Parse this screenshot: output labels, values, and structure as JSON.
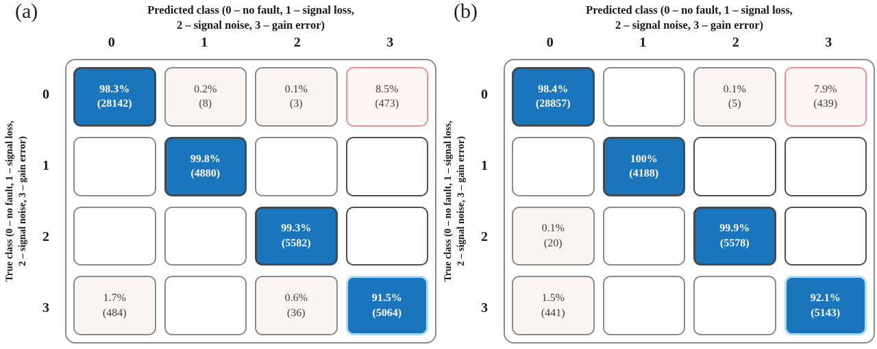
{
  "colors": {
    "diag-bg": "#1b75bc",
    "diag-border": "#3d4b55",
    "glow-border": "#aadcf5",
    "grid-border": "#8a8a8a",
    "dark-border": "#4d4d4d",
    "pink-border": "#f08f8f",
    "light-bg": "#faf4f2",
    "miss-bg": "#fdf6f4",
    "cell-text": "#3d3d3d",
    "label-text": "#1a1a1a"
  },
  "panels": [
    {
      "label": "(a)",
      "title_line1": "Predicted class (0 – no fault, 1 – signal loss,",
      "title_line2": "2 – signal noise, 3 – gain error)",
      "ylabel_line1": "True class (0 – no fault, 1 – signal loss,",
      "ylabel_line2": "2 – signal noise, 3 – gain error)",
      "col_headers": [
        "0",
        "1",
        "2",
        "3"
      ],
      "row_headers": [
        "0",
        "1",
        "2",
        "3"
      ],
      "cells": [
        {
          "pct": "98.3%",
          "count": "(28142)",
          "variant": "diag"
        },
        {
          "pct": "0.2%",
          "count": "(8)",
          "variant": "light"
        },
        {
          "pct": "0.1%",
          "count": "(3)",
          "variant": "light"
        },
        {
          "pct": "8.5%",
          "count": "(473)",
          "variant": "miss"
        },
        {
          "pct": "",
          "count": "",
          "variant": "empty"
        },
        {
          "pct": "99.8%",
          "count": "(4880)",
          "variant": "diag"
        },
        {
          "pct": "",
          "count": "",
          "variant": "empty"
        },
        {
          "pct": "",
          "count": "",
          "variant": "empty-dark"
        },
        {
          "pct": "",
          "count": "",
          "variant": "empty"
        },
        {
          "pct": "",
          "count": "",
          "variant": "empty"
        },
        {
          "pct": "99.3%",
          "count": "(5582)",
          "variant": "diag"
        },
        {
          "pct": "",
          "count": "",
          "variant": "empty-dark"
        },
        {
          "pct": "1.7%",
          "count": "(484)",
          "variant": "light"
        },
        {
          "pct": "",
          "count": "",
          "variant": "empty"
        },
        {
          "pct": "0.6%",
          "count": "(36)",
          "variant": "light"
        },
        {
          "pct": "91.5%",
          "count": "(5064)",
          "variant": "diag-glow"
        }
      ]
    },
    {
      "label": "(b)",
      "title_line1": "Predicted class (0 – no fault, 1 – signal loss,",
      "title_line2": "2 – signal noise, 3 – gain error)",
      "ylabel_line1": "True class (0 – no fault, 1 – signal loss,",
      "ylabel_line2": "2 – signal noise, 3 – gain error)",
      "col_headers": [
        "0",
        "1",
        "2",
        "3"
      ],
      "row_headers": [
        "0",
        "1",
        "2",
        "3"
      ],
      "cells": [
        {
          "pct": "98.4%",
          "count": "(28857)",
          "variant": "diag"
        },
        {
          "pct": "",
          "count": "",
          "variant": "empty"
        },
        {
          "pct": "0.1%",
          "count": "(5)",
          "variant": "light"
        },
        {
          "pct": "7.9%",
          "count": "(439)",
          "variant": "miss"
        },
        {
          "pct": "",
          "count": "",
          "variant": "empty"
        },
        {
          "pct": "100%",
          "count": "(4188)",
          "variant": "diag"
        },
        {
          "pct": "",
          "count": "",
          "variant": "empty-dark"
        },
        {
          "pct": "",
          "count": "",
          "variant": "empty-dark"
        },
        {
          "pct": "0.1%",
          "count": "(20)",
          "variant": "light"
        },
        {
          "pct": "",
          "count": "",
          "variant": "empty"
        },
        {
          "pct": "99.9%",
          "count": "(5578)",
          "variant": "diag"
        },
        {
          "pct": "",
          "count": "",
          "variant": "empty-dark"
        },
        {
          "pct": "1.5%",
          "count": "(441)",
          "variant": "light"
        },
        {
          "pct": "",
          "count": "",
          "variant": "empty"
        },
        {
          "pct": "",
          "count": "",
          "variant": "empty"
        },
        {
          "pct": "92.1%",
          "count": "(5143)",
          "variant": "diag-glow"
        }
      ]
    }
  ],
  "chart_data": [
    {
      "type": "heatmap",
      "panel": "(a)",
      "xlabel": "Predicted class (0 – no fault, 1 – signal loss, 2 – signal noise, 3 – gain error)",
      "ylabel": "True class (0 – no fault, 1 – signal loss, 2 – signal noise, 3 – gain error)",
      "x_categories": [
        "0",
        "1",
        "2",
        "3"
      ],
      "y_categories": [
        "0",
        "1",
        "2",
        "3"
      ],
      "percent_matrix": [
        [
          98.3,
          0.2,
          0.1,
          8.5
        ],
        [
          null,
          99.8,
          null,
          null
        ],
        [
          null,
          null,
          99.3,
          null
        ],
        [
          1.7,
          null,
          0.6,
          91.5
        ]
      ],
      "count_matrix": [
        [
          28142,
          8,
          3,
          473
        ],
        [
          null,
          4880,
          null,
          null
        ],
        [
          null,
          null,
          5582,
          null
        ],
        [
          484,
          null,
          36,
          5064
        ]
      ],
      "legend_position": "none",
      "grid": false
    },
    {
      "type": "heatmap",
      "panel": "(b)",
      "xlabel": "Predicted class (0 – no fault, 1 – signal loss, 2 – signal noise, 3 – gain error)",
      "ylabel": "True class (0 – no fault, 1 – signal loss, 2 – signal noise, 3 – gain error)",
      "x_categories": [
        "0",
        "1",
        "2",
        "3"
      ],
      "y_categories": [
        "0",
        "1",
        "2",
        "3"
      ],
      "percent_matrix": [
        [
          98.4,
          null,
          0.1,
          7.9
        ],
        [
          null,
          100,
          null,
          null
        ],
        [
          0.1,
          null,
          99.9,
          null
        ],
        [
          1.5,
          null,
          null,
          92.1
        ]
      ],
      "count_matrix": [
        [
          28857,
          null,
          5,
          439
        ],
        [
          null,
          4188,
          null,
          null
        ],
        [
          20,
          null,
          5578,
          null
        ],
        [
          441,
          null,
          null,
          5143
        ]
      ],
      "legend_position": "none",
      "grid": false
    }
  ]
}
